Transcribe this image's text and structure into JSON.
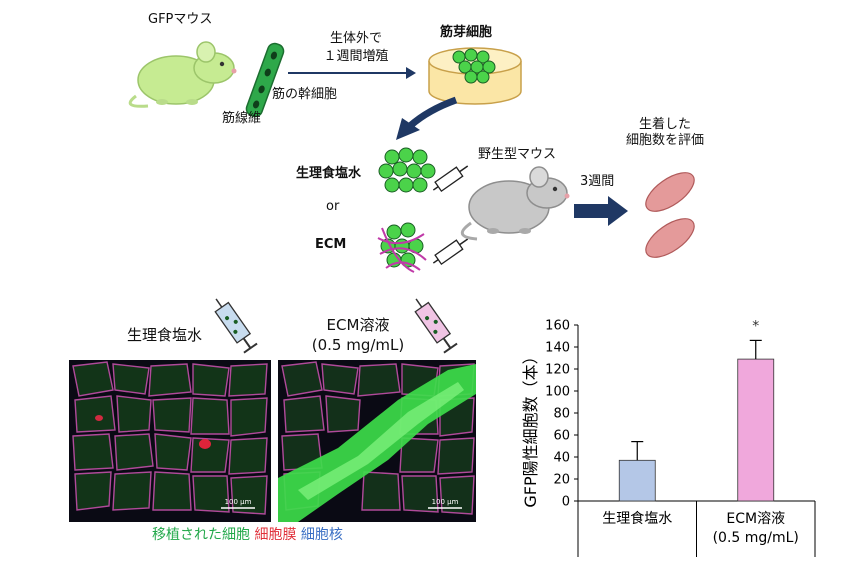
{
  "workflow": {
    "donor_label": "GFPマウス",
    "fiber_label": "筋線維",
    "stem_cell_label": "筋の幹細胞",
    "culture_step_line1": "生体外で",
    "culture_step_line2": "１週間増殖",
    "myoblast_label": "筋芽細胞",
    "saline_label": "生理食塩水",
    "or_label": "or",
    "ecm_label": "ECM",
    "recipient_label": "野生型マウス",
    "duration_label": "3週間",
    "evaluation_line1": "生着した",
    "evaluation_line2": "細胞数を評価"
  },
  "micrographs": {
    "saline_label": "生理食塩水",
    "ecm_label_line1": "ECM溶液",
    "ecm_label_line2": "(0.5 mg/mL)",
    "scale_bar": "100 µm",
    "legend": [
      {
        "text": "移植された細胞",
        "color": "#22a84a"
      },
      {
        "text": "細胞膜",
        "color": "#e0303a"
      },
      {
        "text": "細胞核",
        "color": "#3a6fc4"
      }
    ]
  },
  "colors": {
    "gfp_green": "#3ddc4a",
    "membrane_red": "#d8243c",
    "saline_bar": "#b4c7e7",
    "ecm_bar": "#f0a8dc",
    "arrow_navy": "#1f3864"
  },
  "chart_data": {
    "type": "bar",
    "categories": [
      "生理食塩水",
      "ECM溶液\n(0.5 mg/mL)"
    ],
    "category_lines": [
      [
        "生理食塩水"
      ],
      [
        "ECM溶液",
        "(0.5 mg/mL)"
      ]
    ],
    "values": [
      37,
      129
    ],
    "errors": [
      17,
      17
    ],
    "colors": [
      "#b4c7e7",
      "#f0a8dc"
    ],
    "significance": [
      "",
      "*"
    ],
    "ylabel": "GFP陽性細胞数（本）",
    "ylim": [
      0,
      160
    ],
    "yticks": [
      0,
      20,
      40,
      60,
      80,
      100,
      120,
      140,
      160
    ],
    "grid": false,
    "legend": "none"
  }
}
